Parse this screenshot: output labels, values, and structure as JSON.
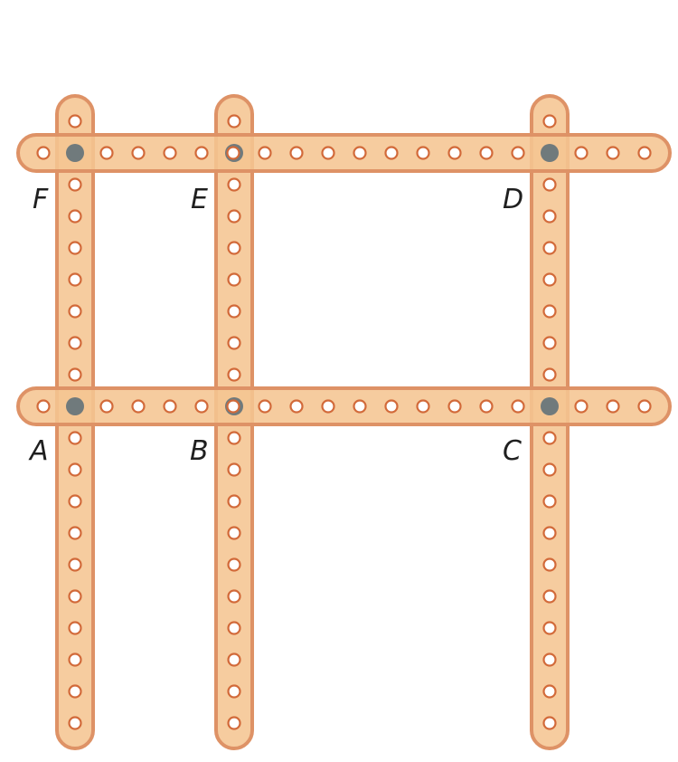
{
  "diagram": {
    "labels": {
      "F": "F",
      "E": "E",
      "D": "D",
      "A": "A",
      "B": "B",
      "C": "C"
    },
    "colors": {
      "strip_fill": "#f5c592",
      "strip_stroke": "#de9266",
      "hole_stroke": "#d26a3a",
      "joint": "#707a7c"
    }
  }
}
